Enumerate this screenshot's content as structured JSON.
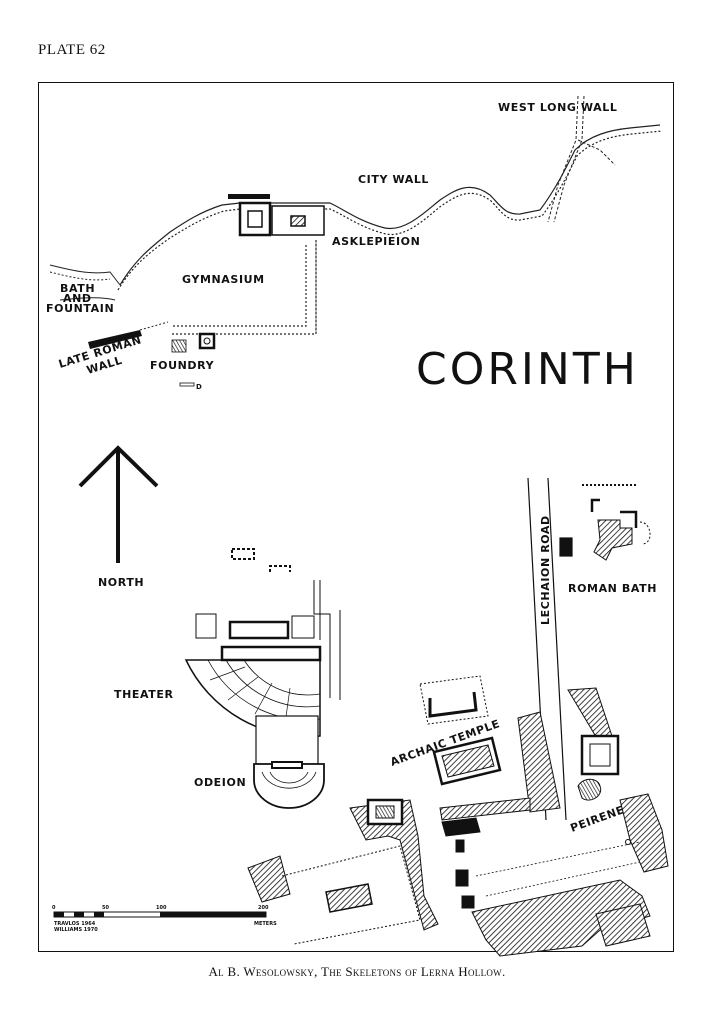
{
  "plate_label": "PLATE 62",
  "caption": "Al B. Wesolowsky, The Skeletons of Lerna Hollow.",
  "map": {
    "title": "CORINTH",
    "north_label": "NORTH",
    "labels": {
      "west_long_wall": "WEST LONG WALL",
      "city_wall": "CITY WALL",
      "asklepieion": "ASKLEPIEION",
      "gymnasium": "GYMNASIUM",
      "bath": "BATH",
      "and": "AND",
      "fountain": "FOUNTAIN",
      "late_roman": "LATE ROMAN",
      "wall": "WALL",
      "foundry": "FOUNDRY",
      "lechaion_road": "LECHAION ROAD",
      "roman_bath": "ROMAN BATH",
      "theater": "THEATER",
      "odeion": "ODEION",
      "archaic_temple": "ARCHAIC TEMPLE",
      "peirene": "PEIRENE"
    },
    "scale": {
      "ticks": [
        "0",
        "50",
        "100",
        "200"
      ],
      "unit": "METERS",
      "credit_line1": "TRAVLOS 1964",
      "credit_line2": "WILLIAMS 1970"
    }
  }
}
